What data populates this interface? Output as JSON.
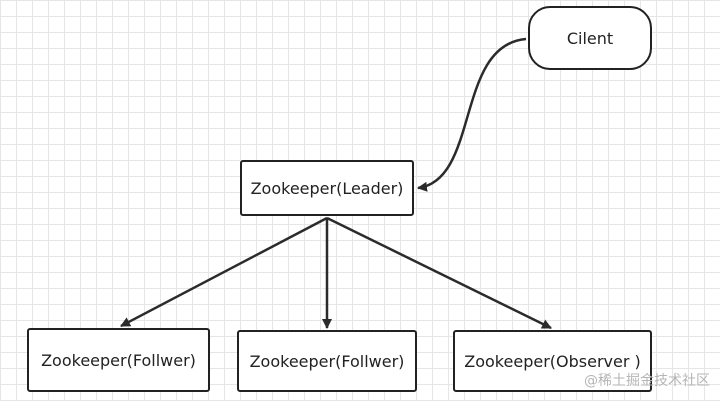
{
  "nodes": {
    "client": "Cilent",
    "leader": "Zookeeper(Leader)",
    "follower_1": "Zookeeper(Follwer)",
    "follower_2": "Zookeeper(Follwer)",
    "observer": "Zookeeper(Observer )"
  },
  "edges": [
    {
      "from": "client",
      "to": "leader"
    },
    {
      "from": "leader",
      "to": "follower_1"
    },
    {
      "from": "leader",
      "to": "follower_2"
    },
    {
      "from": "leader",
      "to": "observer"
    }
  ],
  "watermark": "@稀土掘金技术社区",
  "colors": {
    "stroke": "#222222",
    "grid": "#e6e6e6",
    "background": "#ffffff"
  }
}
